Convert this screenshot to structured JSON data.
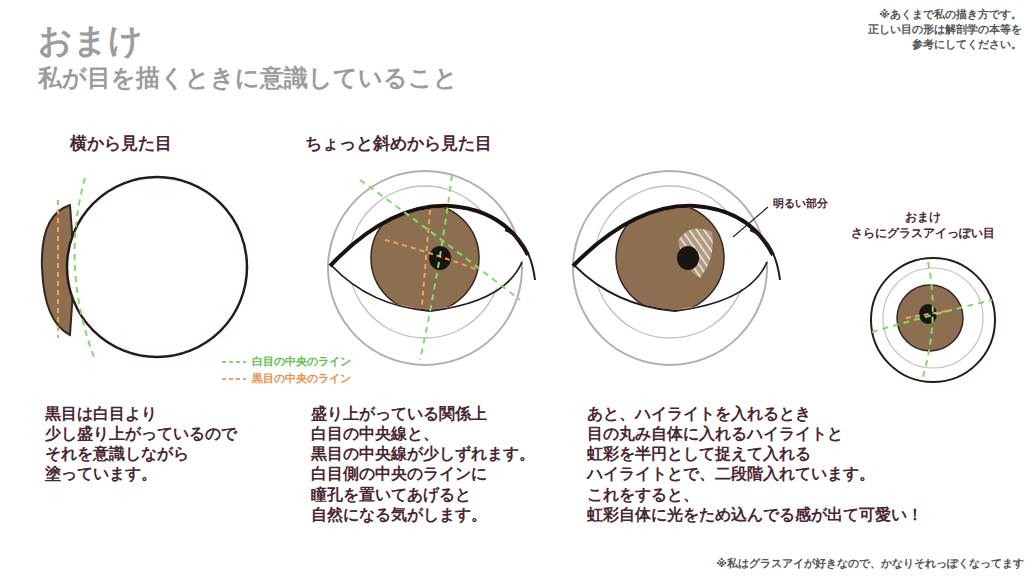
{
  "diagram": {
    "title": "おまけ",
    "labels": [
      "私が目を描くときに意識していること",
      "※あくまで私の描き方です。 正しい目の形は解剖学の本等を 参考にしてください。",
      "横から見た目",
      "ちょっと斜めから見た目",
      "明るい部分",
      "おまけ さらにグラスアイっぽい目",
      "黒目は白目より 少し盛り上がっているので それを意識しながら 塗っています。",
      "盛り上がっている関係上 白目の中央線と、 黒目の中央線が少しずれます。 白目側の中央のラインに 瞳孔を置いてあげると 自然になる気がします。",
      "あと、ハイライトを入れるとき 目の丸み自体に入れるハイライトと 虹彩を半円として捉えて入れる ハイライトとで、二段階入れています。 これをすると、 虹彩自体に光をため込んでる感が出て可愛い！",
      "※私はグラスアイが好きなので、かなりそれっぽくなってます"
    ],
    "legend": [
      {
        "text": "白目の中央のライン"
      },
      {
        "text": "黒目の中央のライン"
      }
    ]
  }
}
